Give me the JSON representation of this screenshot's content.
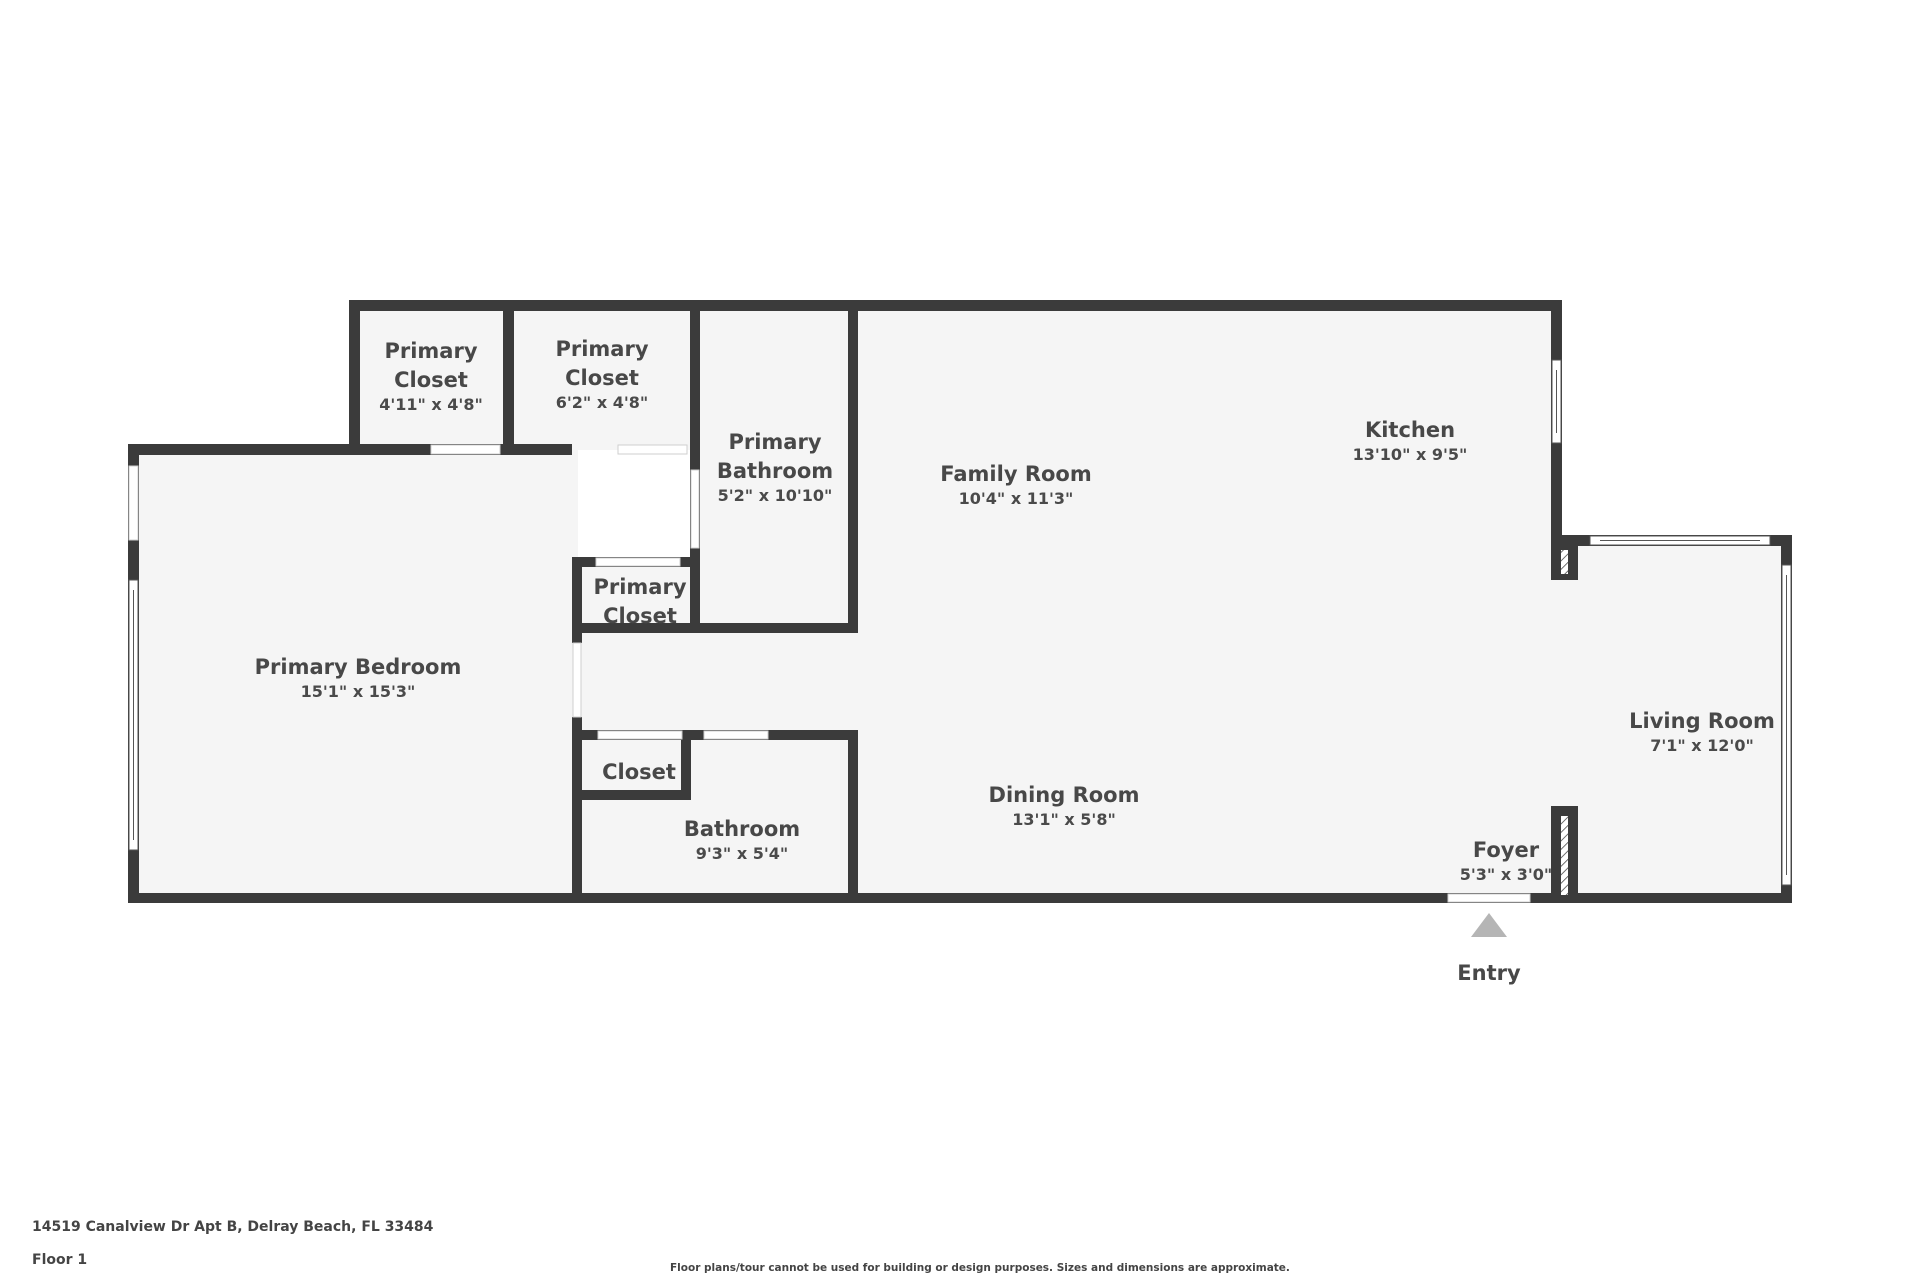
{
  "plan": {
    "address": "14519 Canalview Dr Apt B, Delray Beach, FL 33484",
    "floor": "Floor 1",
    "disclaimer": "Floor plans/tour cannot be used for building or design purposes. Sizes and dimensions are approximate.",
    "entry_label": "Entry",
    "colors": {
      "wall": "#3b3b3b",
      "floor": "#f5f5f5",
      "background": "#ffffff",
      "entry_arrow": "#b5b5b5",
      "text": "#484848"
    }
  },
  "rooms": [
    {
      "id": "primary-closet-1",
      "name_line1": "Primary",
      "name_line2": "Closet",
      "dims": "4'11\" x 4'8\""
    },
    {
      "id": "primary-closet-2",
      "name_line1": "Primary",
      "name_line2": "Closet",
      "dims": "6'2\" x 4'8\""
    },
    {
      "id": "primary-bathroom",
      "name_line1": "Primary",
      "name_line2": "Bathroom",
      "dims": "5'2\" x 10'10\""
    },
    {
      "id": "family-room",
      "name": "Family Room",
      "dims": "10'4\" x 11'3\""
    },
    {
      "id": "kitchen",
      "name": "Kitchen",
      "dims": "13'10\" x 9'5\""
    },
    {
      "id": "primary-closet-3",
      "name_line1": "Primary",
      "name_line2": "Closet"
    },
    {
      "id": "primary-bedroom",
      "name": "Primary Bedroom",
      "dims": "15'1\" x 15'3\""
    },
    {
      "id": "closet",
      "name": "Closet"
    },
    {
      "id": "bathroom",
      "name": "Bathroom",
      "dims": "9'3\" x 5'4\""
    },
    {
      "id": "dining-room",
      "name": "Dining Room",
      "dims": "13'1\" x 5'8\""
    },
    {
      "id": "living-room",
      "name": "Living Room",
      "dims": "7'1\" x 12'0\""
    },
    {
      "id": "foyer",
      "name": "Foyer",
      "dims": "5'3\" x 3'0\""
    }
  ]
}
